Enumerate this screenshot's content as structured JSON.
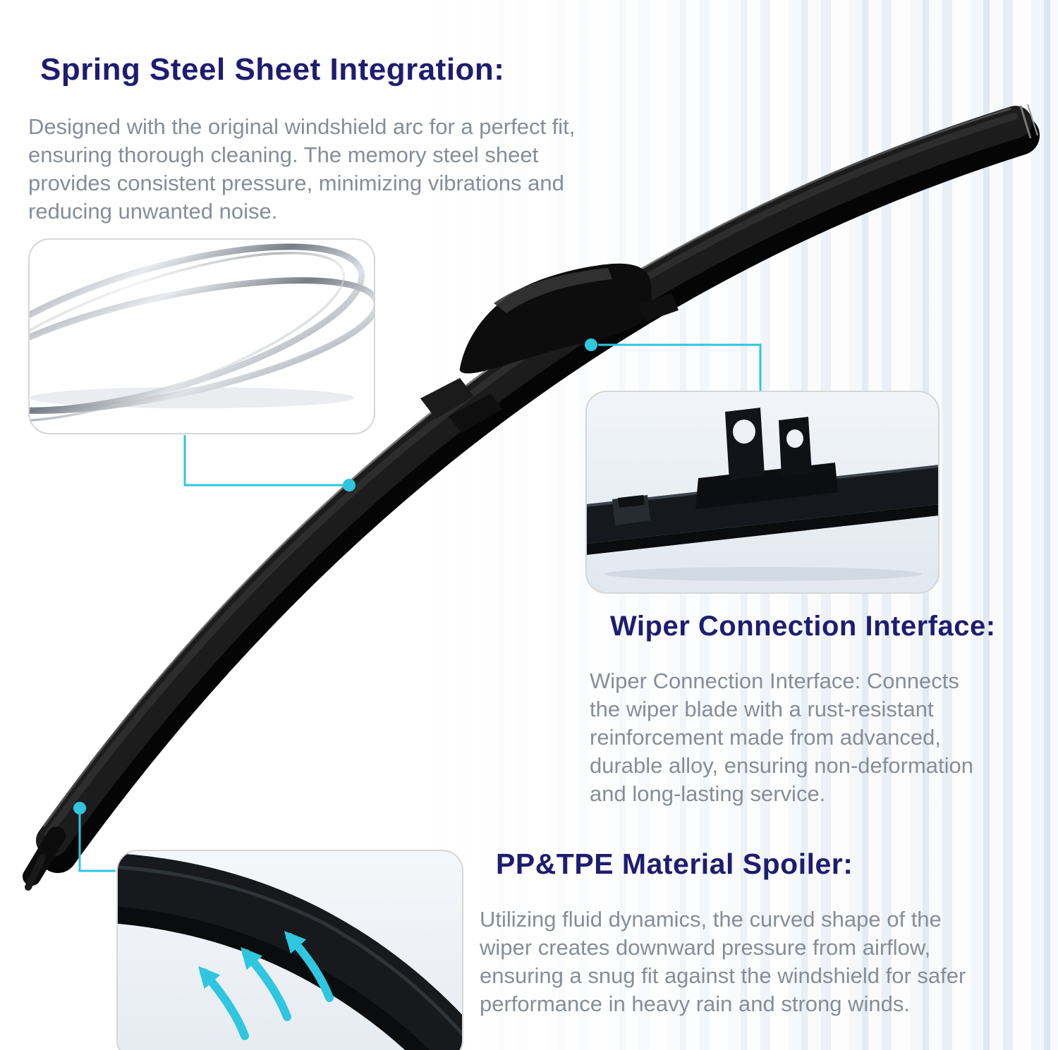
{
  "colors": {
    "heading": "#1f1c70",
    "body_text": "#878d97",
    "callout": "#2fc6e0",
    "blade": "#1c1c1c"
  },
  "sections": {
    "spring_steel": {
      "title": "Spring Steel Sheet Integration:",
      "lines": [
        "Designed with the original windshield arc for a perfect fit,",
        "ensuring thorough cleaning. The memory steel sheet",
        "provides consistent pressure, minimizing vibrations and",
        "reducing unwanted noise."
      ]
    },
    "connection_interface": {
      "title": "Wiper Connection Interface:",
      "lines": [
        "Wiper Connection Interface: Connects",
        "the wiper blade with a rust-resistant",
        "reinforcement made from advanced,",
        "durable alloy, ensuring non-deformation",
        "and long-lasting service."
      ]
    },
    "spoiler": {
      "title": "PP&TPE Material Spoiler:",
      "lines": [
        "Utilizing fluid dynamics, the curved shape of the",
        "wiper creates downward pressure from airflow,",
        "ensuring a snug fit against the windshield for safer",
        "performance in heavy rain and strong winds."
      ]
    }
  },
  "figures": {
    "main_product": "curved frameless wiper blade",
    "spring_steel_inset": "spring steel sheets close-up",
    "connector_inset": "wiper connection interface close-up",
    "spoiler_inset": "spoiler cross-section with airflow arrows"
  }
}
